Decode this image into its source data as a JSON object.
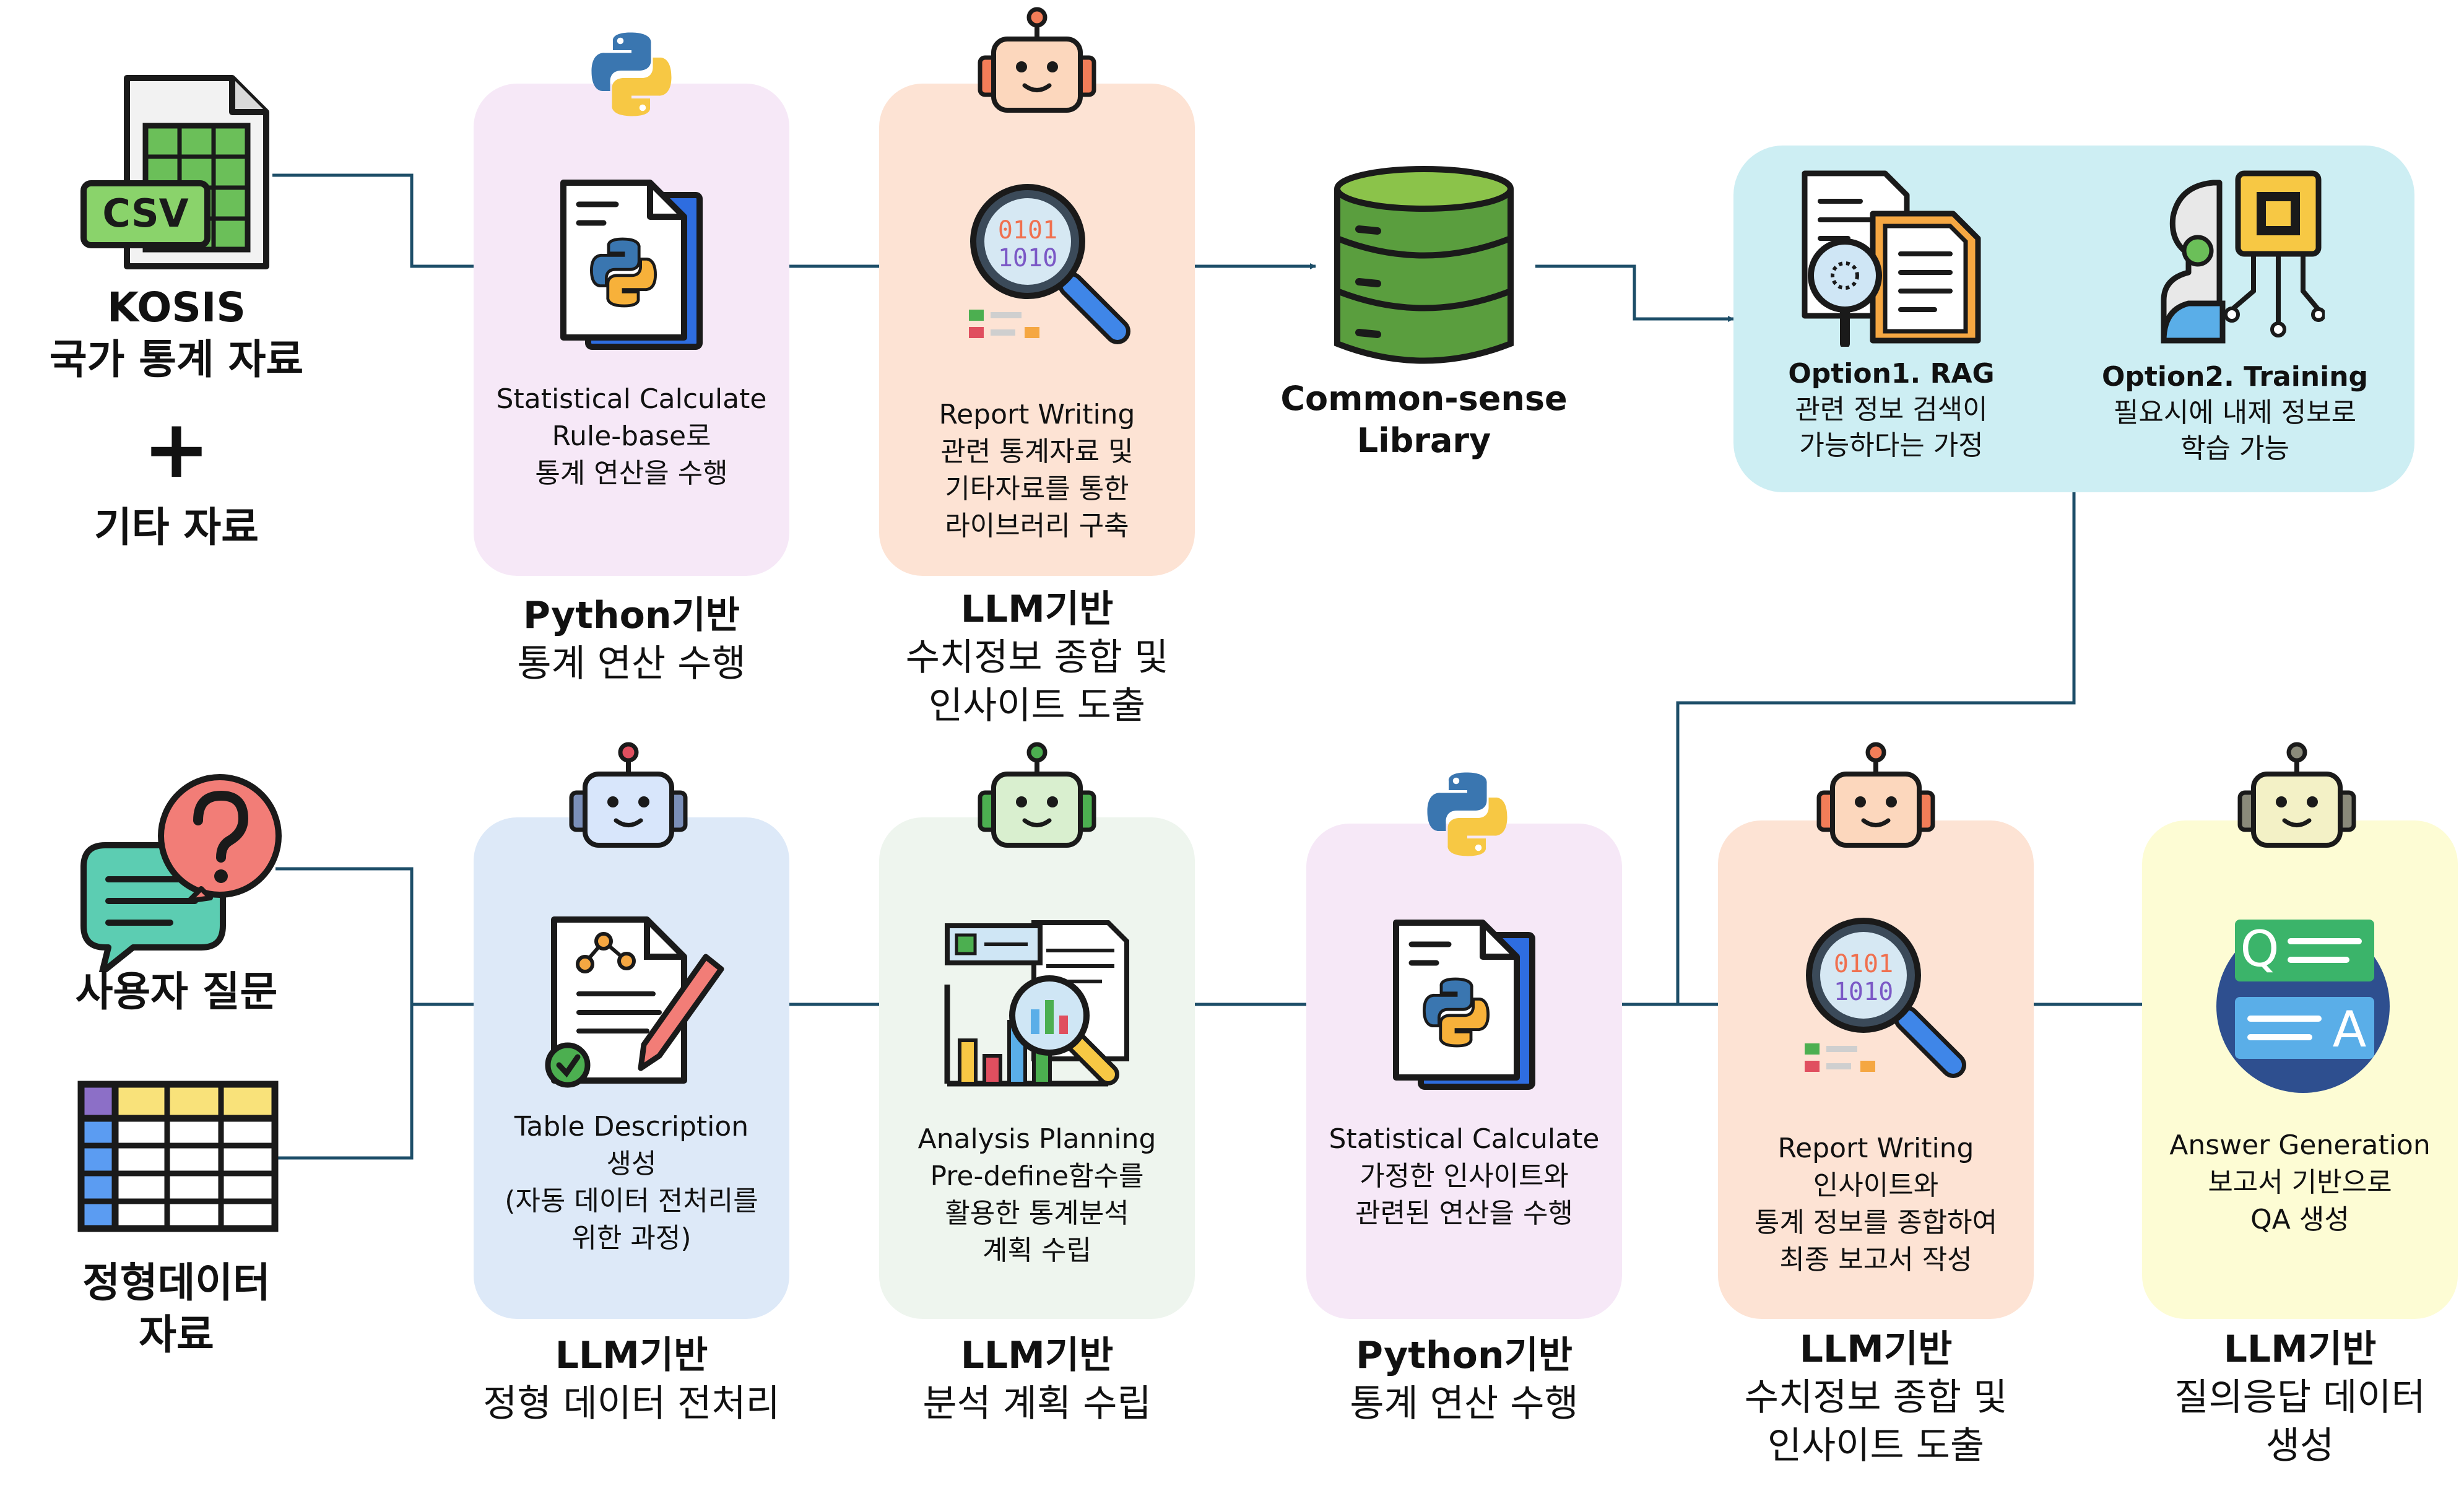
{
  "sources": {
    "kosis_line1": "KOSIS",
    "kosis_line2": "국가 통계 자료",
    "plus": "+",
    "other": "기타 자료",
    "question": "사용자 질문",
    "structured_line1": "정형데이터",
    "structured_line2": "자료",
    "csv_badge": "CSV"
  },
  "top_row": [
    {
      "lines": [
        "Statistical Calculate",
        "Rule-base로",
        "통계 연산을 수행"
      ],
      "caption_bold": "Python기반",
      "caption": [
        "통계 연산 수행"
      ]
    },
    {
      "lines": [
        "Report Writing",
        "관련 통계자료 및",
        "기타자료를 통한",
        "라이브러리 구축"
      ],
      "caption_bold": "LLM기반",
      "caption": [
        "수치정보 종합 및",
        "인사이트 도출"
      ]
    },
    {
      "lines": [
        "Common-sense",
        "Library"
      ]
    }
  ],
  "options": {
    "rag": [
      "Option1. RAG",
      "관련 정보 검색이",
      "가능하다는 가정"
    ],
    "training": [
      "Option2. Training",
      "필요시에 내제 정보로",
      "학습 가능"
    ]
  },
  "bottom_row": [
    {
      "lines": [
        "Table Description",
        "생성",
        "(자동 데이터 전처리를",
        "위한 과정)"
      ],
      "caption_bold": "LLM기반",
      "caption": [
        "정형 데이터 전처리"
      ]
    },
    {
      "lines": [
        "Analysis Planning",
        "Pre-define함수를",
        "활용한 통계분석",
        "계획 수립"
      ],
      "caption_bold": "LLM기반",
      "caption": [
        "분석 계획 수립"
      ]
    },
    {
      "lines": [
        "Statistical Calculate",
        "가정한 인사이트와",
        "관련된 연산을 수행"
      ],
      "caption_bold": "Python기반",
      "caption": [
        "통계 연산 수행"
      ]
    },
    {
      "lines": [
        "Report Writing",
        "인사이트와",
        "통계 정보를 종합하여",
        "최종 보고서 작성"
      ],
      "caption_bold": "LLM기반",
      "caption": [
        "수치정보 종합 및",
        "인사이트 도출"
      ]
    },
    {
      "lines": [
        "Answer Generation",
        "보고서 기반으로",
        "QA 생성"
      ],
      "caption_bold": "LLM기반",
      "caption": [
        "질의응답 데이터",
        "생성"
      ]
    }
  ],
  "icon_text": {
    "binary1": "0101",
    "binary2": "1010"
  },
  "colors": {
    "pink": "#f6e8f7",
    "peach": "#fde3d4",
    "teal": "#cdeef3",
    "blue": "#dde9f8",
    "green": "#eef5ee",
    "yellow": "#fdfcd4",
    "arrow": "#1d4e68"
  }
}
